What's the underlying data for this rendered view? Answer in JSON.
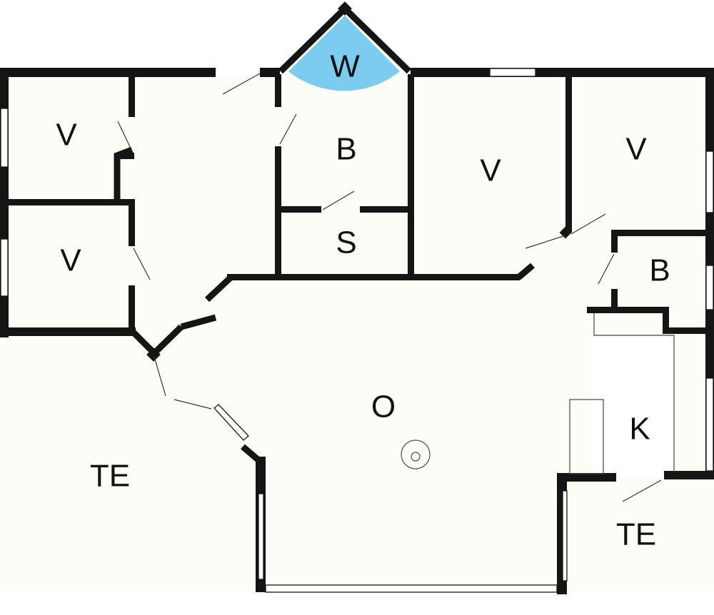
{
  "rooms": {
    "bedroom_top_left": "V",
    "bedroom_mid_left": "V",
    "bathroom_center": "B",
    "storage": "S",
    "bedroom_center": "V",
    "bedroom_right": "V",
    "bathroom_right": "B",
    "living": "O",
    "kitchen": "K",
    "terrace_left": "TE",
    "terrace_right": "TE",
    "wellness": "W"
  },
  "colors": {
    "wall": "#151515",
    "floor": "#fdfdf8",
    "wellness": "#7cccf0",
    "window": "#ffffff"
  },
  "icons": {
    "stove": "wood-stove-icon"
  }
}
